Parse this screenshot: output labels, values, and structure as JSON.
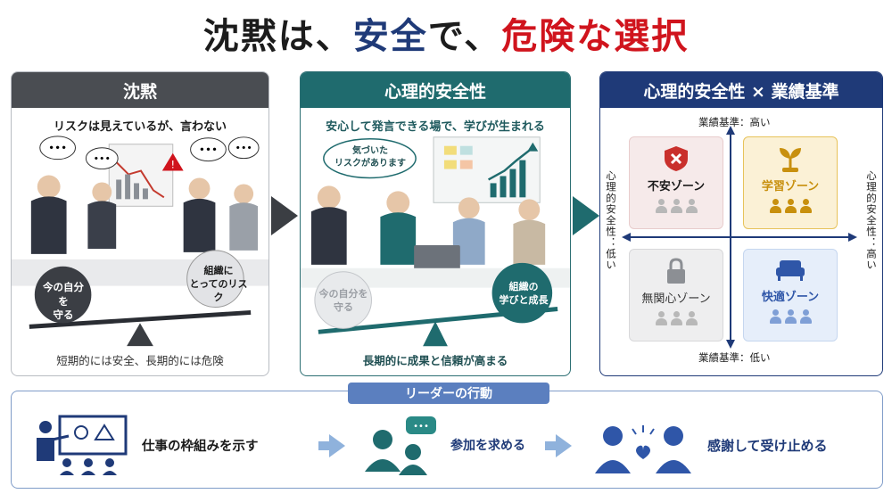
{
  "title": {
    "part1": "沈黙は、",
    "part2": "安全",
    "part3": "で、",
    "part4": "危険な選択"
  },
  "panel_silence": {
    "header": "沈黙",
    "subtitle": "リスクは見えているが、言わない",
    "speech": "…",
    "left_weight": "今の自分を\n守る",
    "right_weight": "組織に\nとってのリスク",
    "footer": "短期的には安全、長期的には危険"
  },
  "panel_safety": {
    "header": "心理的安全性",
    "subtitle": "安心して発言できる場で、学びが生まれる",
    "bubble": "気づいた\nリスクがあります",
    "left_weight": "今の自分を\n守る",
    "right_weight": "組織の\n学びと成長",
    "footer": "長期的に成果と信頼が高まる"
  },
  "panel_matrix": {
    "header": "心理的安全性 × 業績基準",
    "top_label": "業績基準：高い",
    "bottom_label": "業績基準：低い",
    "left_label": "心理的安全性：低い",
    "right_label": "心理的安全性：高い",
    "quadrants": {
      "top_left": "不安ゾーン",
      "top_right": "学習ゾーン",
      "bottom_left": "無関心ゾーン",
      "bottom_right": "快適ゾーン"
    }
  },
  "leader": {
    "tag": "リーダーの行動",
    "steps": [
      "仕事の枠組みを示す",
      "参加を求める",
      "感謝して受け止める"
    ]
  },
  "colors": {
    "red": "#d0141d",
    "navy": "#1f3a78",
    "teal": "#1f6b6e",
    "gray": "#4a4d52",
    "learning_zone": "#c8900e",
    "comfort_zone": "#2f56a8"
  }
}
